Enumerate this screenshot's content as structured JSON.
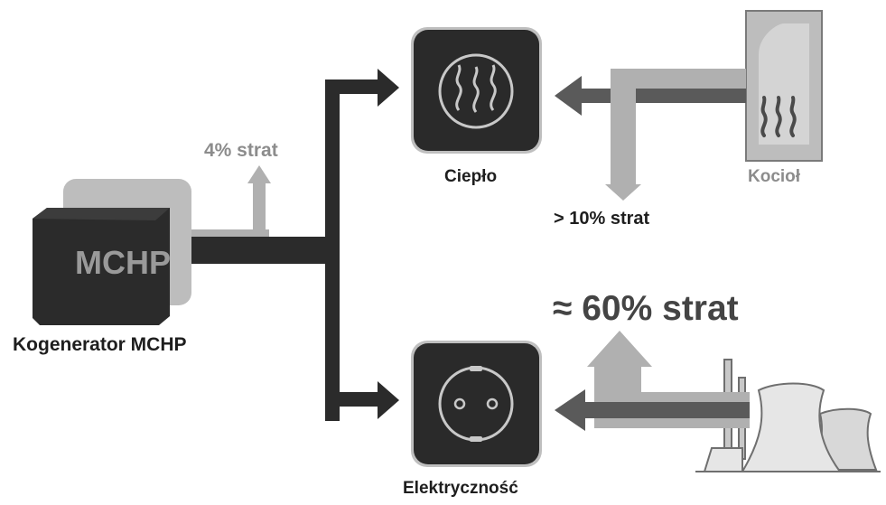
{
  "diagram": {
    "mchp_box_text": "MCHP",
    "labels": {
      "cogenerator": "Kogenerator MCHP",
      "heat": "Ciepło",
      "electricity": "Elektryczność",
      "boiler": "Kocioł"
    },
    "losses": {
      "mchp": "4% strat",
      "boiler": "> 10% strat",
      "power_plant": "≈ 60% strat"
    },
    "colors": {
      "dark": "#2b2b2b",
      "mid": "#5a5a5a",
      "light": "#a9a9a9",
      "lighter": "#c9c9c9",
      "label_grey": "#8c8c8c"
    },
    "icons": {
      "heat": "flame-waves-icon",
      "electricity": "power-socket-icon",
      "boiler": "boiler-icon",
      "plant": "power-plant-icon",
      "cogenerator": "mchp-cube-icon"
    }
  }
}
